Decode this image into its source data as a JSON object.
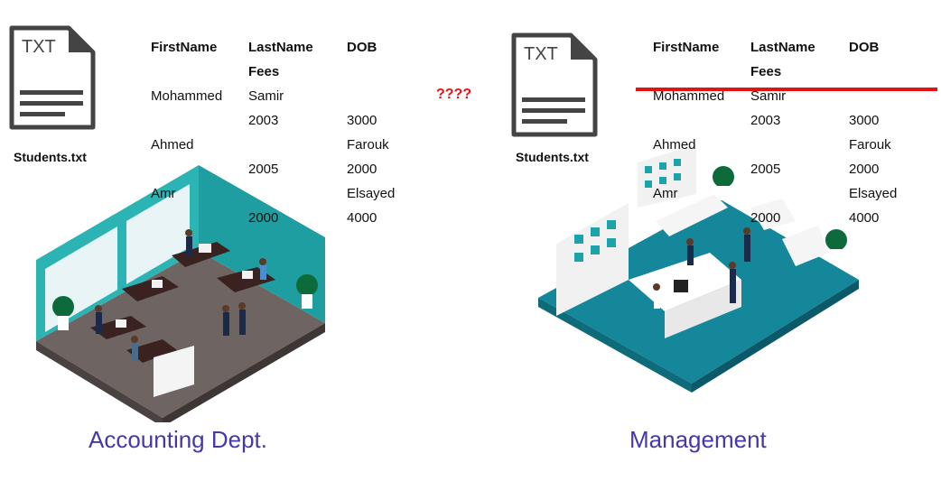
{
  "panels": [
    {
      "file_label": "Students.txt",
      "file_type": "TXT",
      "dept": "Accounting Dept.",
      "headers": [
        "FirstName",
        "LastName",
        "DOB",
        "Fees"
      ],
      "rows": [
        [
          "Mohammed",
          "Samir",
          "",
          ""
        ],
        [
          "",
          "2003",
          "3000",
          ""
        ],
        [
          "Ahmed",
          "",
          "Farouk",
          ""
        ],
        [
          "",
          "2005",
          "2000",
          ""
        ],
        [
          "Amr",
          "",
          "Elsayed",
          ""
        ],
        [
          "",
          "2000",
          "4000",
          ""
        ]
      ]
    },
    {
      "file_label": "Students.txt",
      "file_type": "TXT",
      "dept": "Management",
      "headers": [
        "FirstName",
        "LastName",
        "DOB",
        "Fees"
      ],
      "rows": [
        [
          "Mohammed",
          "Samir",
          "",
          ""
        ],
        [
          "",
          "2003",
          "3000",
          ""
        ],
        [
          "Ahmed",
          "",
          "Farouk",
          ""
        ],
        [
          "",
          "2005",
          "2000",
          ""
        ],
        [
          "Amr",
          "",
          "Elsayed",
          ""
        ],
        [
          "",
          "2000",
          "4000",
          ""
        ]
      ]
    }
  ],
  "question": "????",
  "colors": {
    "label": "#4638a8",
    "alert": "#e81111",
    "teal": "#1aa3a8"
  }
}
